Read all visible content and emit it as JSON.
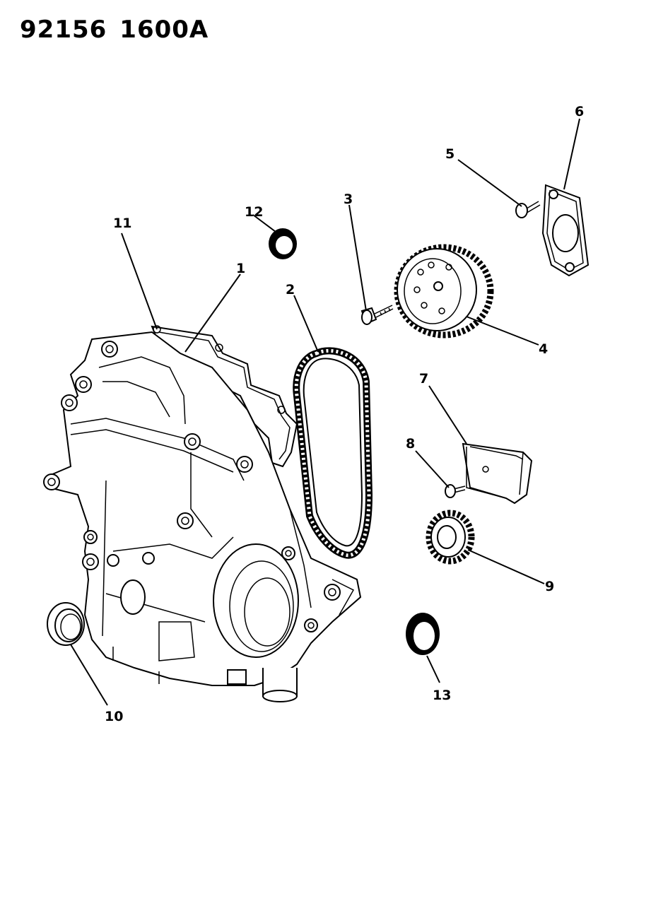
{
  "header": {
    "figure_number": "92156",
    "drawing_code": "1600A"
  },
  "callouts": {
    "c1": "1",
    "c2": "2",
    "c3": "3",
    "c4": "4",
    "c5": "5",
    "c6": "6",
    "c7": "7",
    "c8": "8",
    "c9": "9",
    "c10": "10",
    "c11": "11",
    "c12": "12",
    "c13": "13"
  }
}
